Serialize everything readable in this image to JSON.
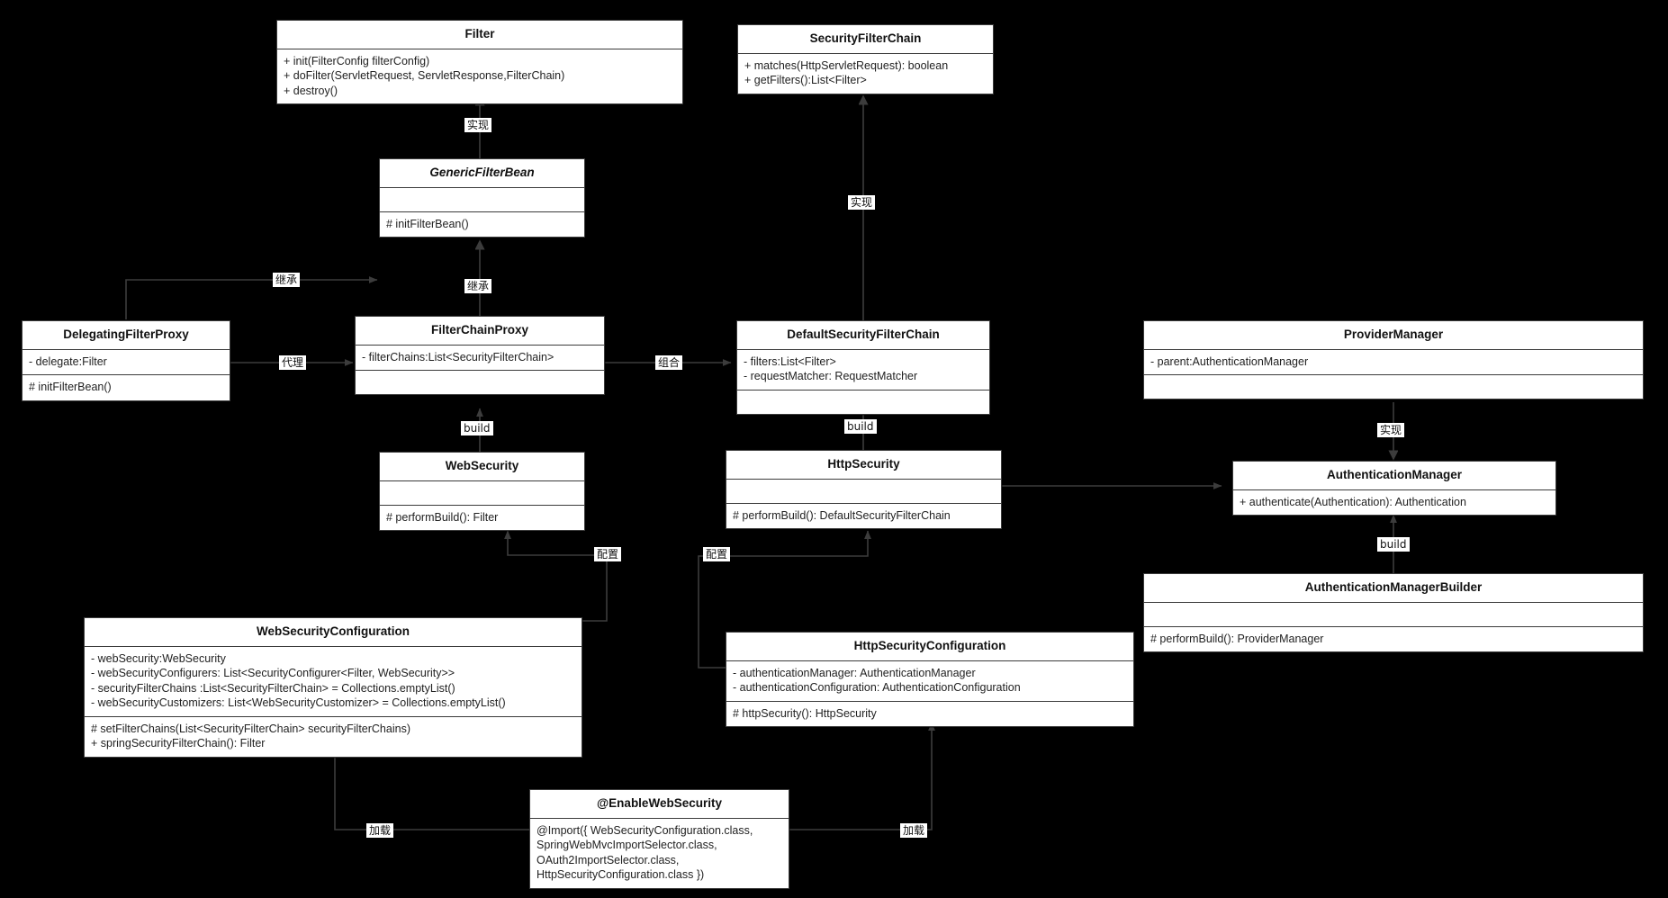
{
  "diagram": {
    "title": "Spring Security Class Diagram",
    "background": "#000000",
    "box_fill": "#ffffff",
    "box_stroke": "#3b3b3b",
    "edge_color": "#3c3c3c"
  },
  "classes": {
    "filter": {
      "name": "Filter",
      "abstract": false,
      "attributes": [],
      "methods": [
        "+ init(FilterConfig filterConfig)",
        "+ doFilter(ServletRequest, ServletResponse,FilterChain)",
        "+ destroy()"
      ]
    },
    "security_filter_chain": {
      "name": "SecurityFilterChain",
      "abstract": false,
      "attributes": [],
      "methods": [
        "+ matches(HttpServletRequest):  boolean",
        "+ getFilters():List<Filter>"
      ]
    },
    "generic_filter_bean": {
      "name": "GenericFilterBean",
      "abstract": true,
      "attributes": [],
      "methods": [
        "# initFilterBean()"
      ]
    },
    "delegating_filter_proxy": {
      "name": "DelegatingFilterProxy",
      "abstract": false,
      "attributes": [
        "- delegate:Filter"
      ],
      "methods": [
        "# initFilterBean()"
      ]
    },
    "filter_chain_proxy": {
      "name": "FilterChainProxy",
      "abstract": false,
      "attributes": [
        "- filterChains:List<SecurityFilterChain>"
      ],
      "methods": []
    },
    "default_security_filter_chain": {
      "name": "DefaultSecurityFilterChain",
      "abstract": false,
      "attributes": [
        "- filters:List<Filter>",
        "- requestMatcher:  RequestMatcher"
      ],
      "methods": []
    },
    "provider_manager": {
      "name": "ProviderManager",
      "abstract": false,
      "attributes": [
        "- parent:AuthenticationManager"
      ],
      "methods": []
    },
    "web_security": {
      "name": "WebSecurity",
      "abstract": false,
      "attributes": [],
      "methods": [
        "# performBuild():  Filter"
      ]
    },
    "http_security": {
      "name": "HttpSecurity",
      "abstract": false,
      "attributes": [],
      "methods": [
        "# performBuild():  DefaultSecurityFilterChain"
      ]
    },
    "authentication_manager": {
      "name": "AuthenticationManager",
      "abstract": false,
      "attributes": [],
      "methods": [
        "+ authenticate(Authentication):  Authentication"
      ]
    },
    "authentication_manager_builder": {
      "name": "AuthenticationManagerBuilder",
      "abstract": false,
      "attributes": [],
      "methods": [
        "# performBuild():  ProviderManager"
      ]
    },
    "web_security_configuration": {
      "name": "WebSecurityConfiguration",
      "abstract": false,
      "attributes": [
        "- webSecurity:WebSecurity",
        "- webSecurityConfigurers:  List<SecurityConfigurer<Filter, WebSecurity>>",
        "- securityFilterChains :List<SecurityFilterChain> = Collections.emptyList()",
        "- webSecurityCustomizers:  List<WebSecurityCustomizer> = Collections.emptyList()"
      ],
      "methods": [
        "# setFilterChains(List<SecurityFilterChain> securityFilterChains)",
        "+ springSecurityFilterChain():  Filter"
      ]
    },
    "http_security_configuration": {
      "name": "HttpSecurityConfiguration",
      "abstract": false,
      "attributes": [
        "- authenticationManager:  AuthenticationManager",
        "- authenticationConfiguration:  AuthenticationConfiguration"
      ],
      "methods": [
        "# httpSecurity():  HttpSecurity"
      ]
    },
    "enable_web_security": {
      "name": "@EnableWebSecurity",
      "abstract": false,
      "attributes": [
        "@Import({ WebSecurityConfiguration.class,",
        "SpringWebMvcImportSelector.class,",
        "OAuth2ImportSelector.class,",
        "HttpSecurityConfiguration.class })"
      ],
      "methods": []
    }
  },
  "edge_labels": {
    "generic_implements_filter": "实现",
    "defaultchain_implements_securityfilterchain": "实现",
    "delegating_inherits_generic": "继承",
    "filterchainproxy_inherits_generic": "继承",
    "delegating_proxies_filterchainproxy": "代理",
    "filterchainproxy_composes_defaultchain": "组合",
    "websecurity_build": "build",
    "httpsecurity_build": "build",
    "authmanagerbuilder_build": "build",
    "providermanager_implements_authmanager": "实现",
    "websecurityconfig_configures_websecurity": "配置",
    "httpsecurityconfig_configures_httpsecurity": "配置",
    "enablewebsecurity_loads_websecurityconfig": "加载",
    "enablewebsecurity_loads_httpsecurityconfig": "加载"
  }
}
